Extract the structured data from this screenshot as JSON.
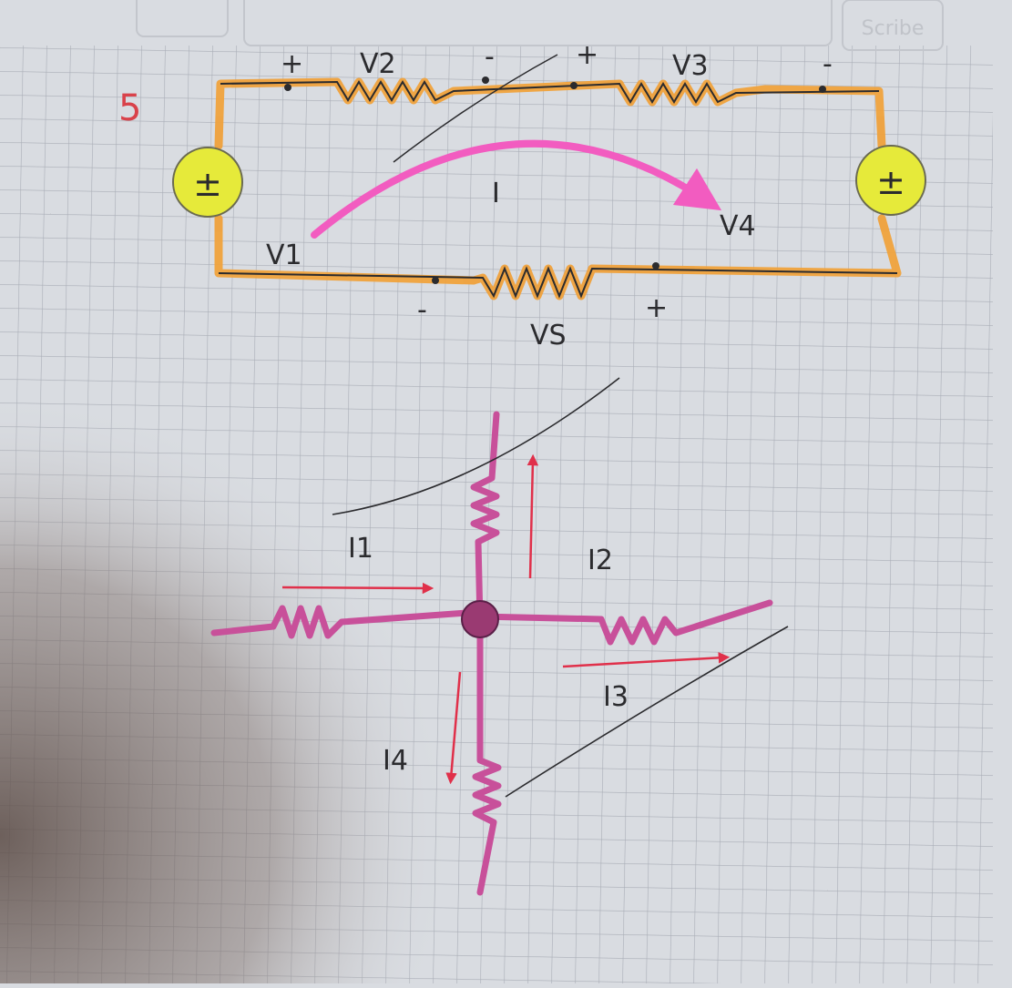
{
  "notebook": {
    "logo_text": "Scribe",
    "paper_color": "#d9dce1",
    "grid_color": "#a9adb6"
  },
  "problem_number": "5",
  "circuit_series": {
    "wire_color": "#f0a23c",
    "source_color": "#e6ea3a",
    "arrow_color": "#f25cc0",
    "labels": {
      "v1": "V1",
      "v2": "V2",
      "v3": "V3",
      "v4": "V4",
      "v5": "VS",
      "current": "I",
      "v2_plus": "+",
      "v2_minus": "-",
      "v3_plus": "+",
      "v3_minus": "-",
      "v5_minus": "-",
      "v5_plus": "+",
      "left_source_sign": "±",
      "right_source_sign": "±"
    }
  },
  "circuit_node": {
    "wire_color": "#c8509a",
    "arrow_color": "#e0304a",
    "labels": {
      "i1": "I1",
      "i2": "I2",
      "i3": "I3",
      "i4": "I4"
    }
  }
}
